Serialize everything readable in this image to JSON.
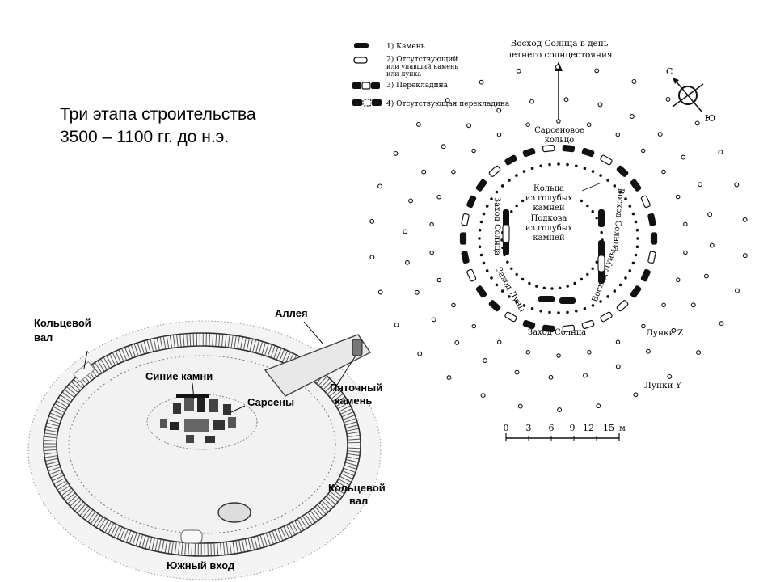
{
  "slide": {
    "heading_line1": "Три этапа строительства",
    "heading_line2": "3500 – 1100 гг. до н.э."
  },
  "plan": {
    "legend": [
      {
        "n": "1",
        "text": "1) Камень"
      },
      {
        "n": "2",
        "text": "2) Отсутствующий",
        "text2": "или упавший камень",
        "text3": "или лунка"
      },
      {
        "n": "3",
        "text": "3) Перекладина"
      },
      {
        "n": "4",
        "text": "4) Отсутствующая перекладина"
      }
    ],
    "sunrise_line1": "Восход Солнца в день",
    "sunrise_line2": "летнего солнцестояния",
    "compass_north": "С",
    "compass_south": "Ю",
    "sarsen_line1": "Сарсеновое",
    "sarsen_line2": "кольцо",
    "bluestone_line1": "Кольца",
    "bluestone_line2": "из голубых",
    "bluestone_line3": "камней",
    "horseshoe_line1": "Подкова",
    "horseshoe_line2": "из голубых",
    "horseshoe_line3": "камней",
    "moonset": "Заход Луны",
    "moonrise": "Восход Луны",
    "sunrise_side": "Восход Солнца",
    "sunset_side": "Заход Солнца",
    "sunset_bottom": "Заход Солнца",
    "holes_z": "Лунки Z",
    "holes_y": "Лунки Y",
    "scale_ticks": [
      "0",
      "3",
      "6",
      "9",
      "12",
      "15"
    ],
    "scale_unit": "м"
  },
  "aerial": {
    "ring_bank_top_1": "Кольцевой",
    "ring_bank_top_2": "вал",
    "avenue": "Аллея",
    "blue_stones": "Синие камни",
    "sarsens": "Сарсены",
    "heel_stone_1": "Пяточный",
    "heel_stone_2": "камень",
    "ring_bank_bottom_1": "Кольцевой",
    "ring_bank_bottom_2": "вал",
    "south_entrance": "Южный вход"
  }
}
